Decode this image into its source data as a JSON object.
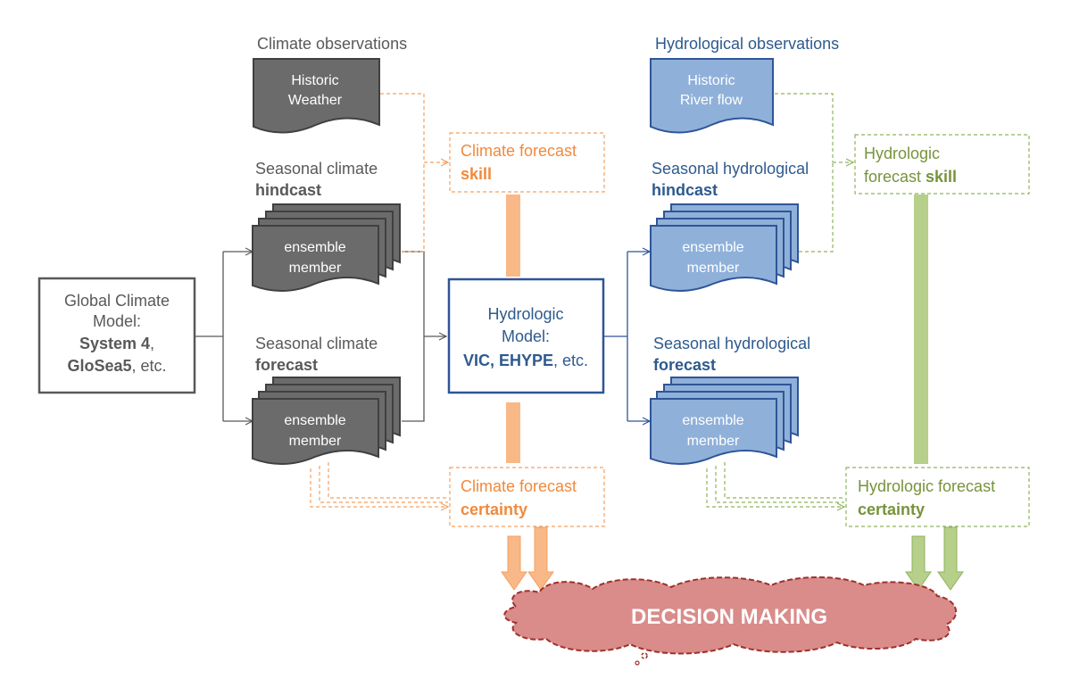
{
  "colors": {
    "grey_text": "#595959",
    "grey_doc": "#6b6b6b",
    "grey_doc_stroke": "#404040",
    "blue_text": "#2e5a8e",
    "blue_doc": "#8fb0d9",
    "blue_doc_stroke": "#2f5597",
    "orange": "#f4a060",
    "orange_text": "#f08a3c",
    "orange_bar": "#f8b888",
    "green": "#8fb35a",
    "green_text": "#77933c",
    "green_bar": "#b6cf8a",
    "cloud_fill": "#d98c8a",
    "cloud_stroke": "#a0302c",
    "model_stroke": "#2f5597"
  },
  "climate_obs": {
    "title": "Climate observations",
    "doc_line1": "Historic",
    "doc_line2": "Weather"
  },
  "hydro_obs": {
    "title": "Hydrological observations",
    "doc_line1": "Historic",
    "doc_line2": "River flow"
  },
  "climate_hindcast": {
    "line1": "Seasonal climate",
    "line2": "hindcast",
    "doc_line1": "ensemble",
    "doc_line2": "member"
  },
  "climate_forecast": {
    "line1": "Seasonal climate",
    "line2": "forecast",
    "doc_line1": "ensemble",
    "doc_line2": "member"
  },
  "hydro_hindcast": {
    "line1": "Seasonal hydrological",
    "line2": "hindcast",
    "doc_line1": "ensemble",
    "doc_line2": "member"
  },
  "hydro_forecast": {
    "line1": "Seasonal hydrological",
    "line2": "forecast",
    "doc_line1": "ensemble",
    "doc_line2": "member"
  },
  "gcm": {
    "line1": "Global Climate",
    "line2": "Model:",
    "line3_bold": "System 4",
    "line3_rest": ",",
    "line4_bold": "GloSea5",
    "line4_rest": ", etc."
  },
  "hydro_model": {
    "line1": "Hydrologic",
    "line2": "Model:",
    "line3_bold": "VIC, EHYPE",
    "line3_rest": ", etc."
  },
  "climate_skill": {
    "line1": "Climate forecast",
    "line2": "skill"
  },
  "climate_certainty": {
    "line1": "Climate forecast",
    "line2": "certainty"
  },
  "hydro_skill": {
    "line1_a": "Hydrologic",
    "line2_a": "forecast ",
    "line2_b": "skill"
  },
  "hydro_certainty": {
    "line1": "Hydrologic forecast",
    "line2": "certainty"
  },
  "decision": {
    "label": "DECISION MAKING"
  }
}
